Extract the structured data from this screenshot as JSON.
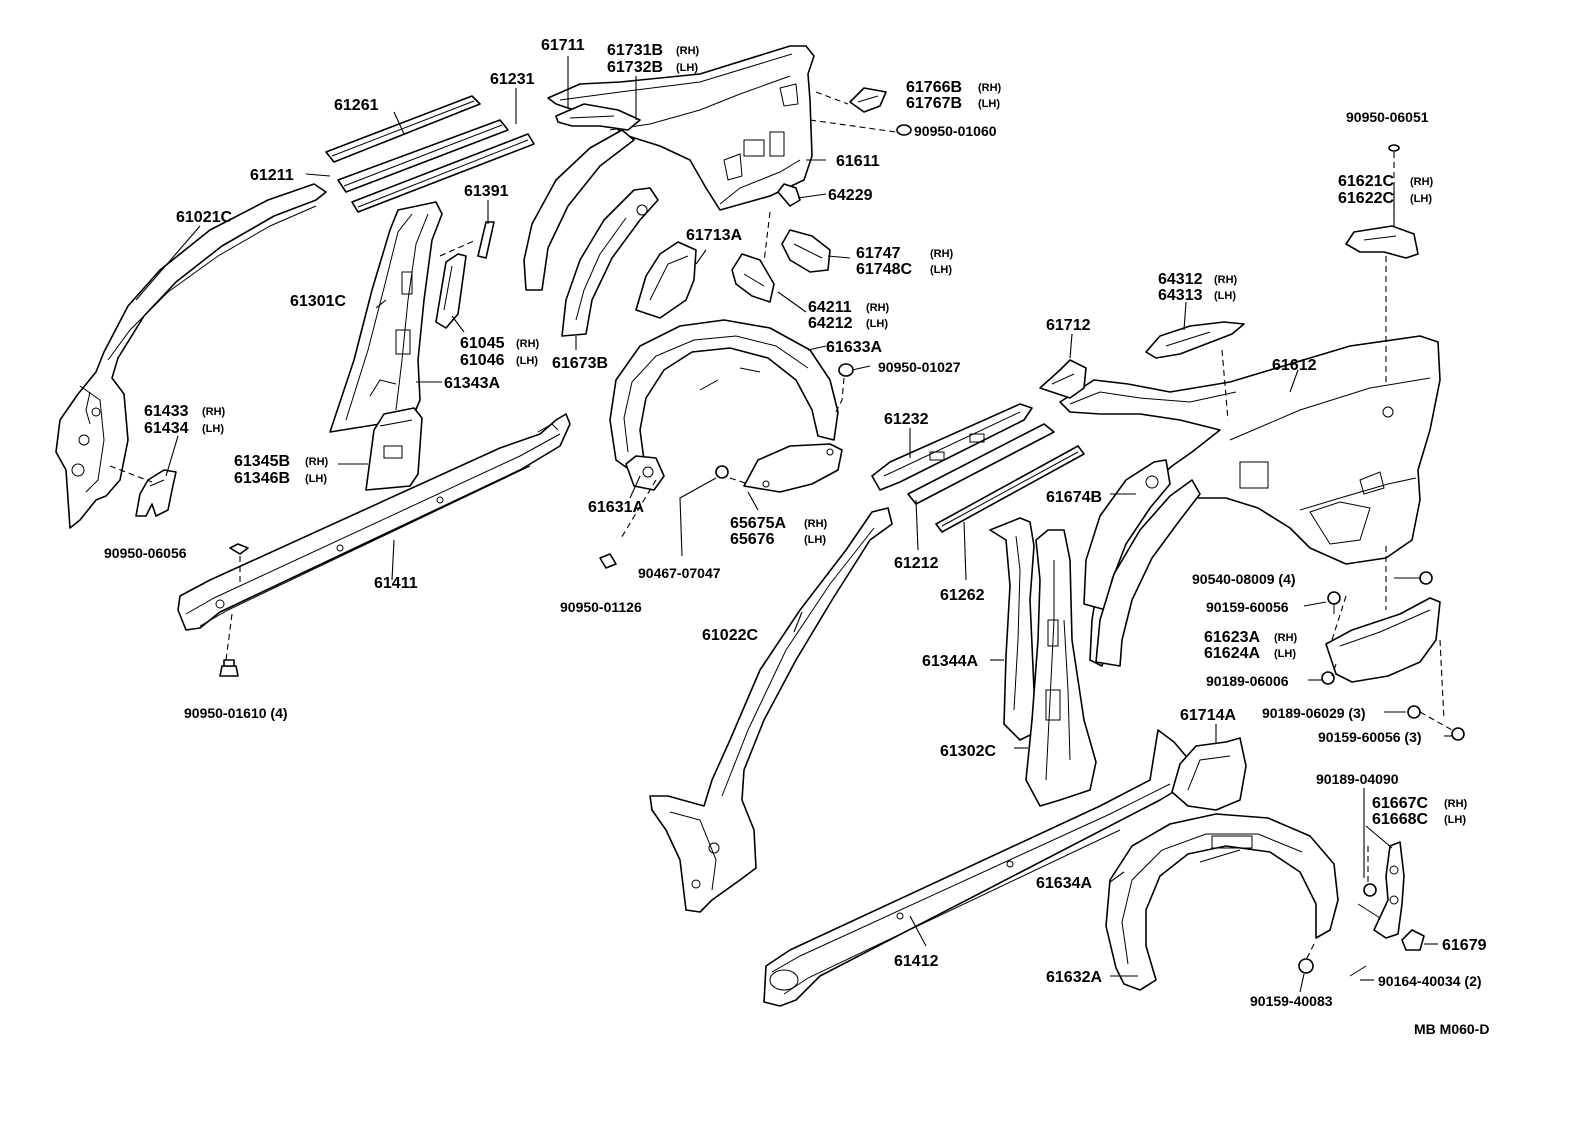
{
  "footer_code": "MB  M060-D",
  "labels": {
    "l61711": "61711",
    "l61731b": "61731B",
    "l61731b_s": "(RH)",
    "l61732b": "61732B",
    "l61732b_s": "(LH)",
    "l61231": "61231",
    "l61261": "61261",
    "l61211": "61211",
    "l61021c": "61021C",
    "l61391": "61391",
    "l61301c": "61301C",
    "l61045": "61045",
    "l61045_s": "(RH)",
    "l61046": "61046",
    "l61046_s": "(LH)",
    "l61343a": "61343A",
    "l61433": "61433",
    "l61433_s": "(RH)",
    "l61434": "61434",
    "l61434_s": "(LH)",
    "l61345b": "61345B",
    "l61345b_s": "(RH)",
    "l61346b": "61346B",
    "l61346b_s": "(LH)",
    "l90950_06056": "90950-06056",
    "l61411": "61411",
    "l90950_01610": "90950-01610 (4)",
    "l61766b": "61766B",
    "l61766b_s": "(RH)",
    "l61767b": "61767B",
    "l61767b_s": "(LH)",
    "l90950_01060": "90950-01060",
    "l61611": "61611",
    "l64229": "64229",
    "l61713a": "61713A",
    "l61747": "61747",
    "l61747_s": "(RH)",
    "l61748c": "61748C",
    "l61748c_s": "(LH)",
    "l64211": "64211",
    "l64211_s": "(RH)",
    "l64212": "64212",
    "l64212_s": "(LH)",
    "l61673b": "61673B",
    "l61633a": "61633A",
    "l90950_01027": "90950-01027",
    "l61631a": "61631A",
    "l65675a": "65675A",
    "l65675a_s": "(RH)",
    "l65676": "65676",
    "l65676_s": "(LH)",
    "l90467_07047": "90467-07047",
    "l90950_01126": "90950-01126",
    "l90950_06051": "90950-06051",
    "l61621c": "61621C",
    "l61621c_s": "(RH)",
    "l61622c": "61622C",
    "l61622c_s": "(LH)",
    "l64312": "64312",
    "l64312_s": "(RH)",
    "l64313": "64313",
    "l64313_s": "(LH)",
    "l61712": "61712",
    "l61612": "61612",
    "l61232": "61232",
    "l61674b": "61674B",
    "l61212": "61212",
    "l61262": "61262",
    "l61022c": "61022C",
    "l61344a": "61344A",
    "l61302c": "61302C",
    "l90540_08009": "90540-08009 (4)",
    "l90159_60056": "90159-60056",
    "l61623a": "61623A",
    "l61623a_s": "(RH)",
    "l61624a": "61624A",
    "l61624a_s": "(LH)",
    "l90189_06006": "90189-06006",
    "l90189_06029": "90189-06029 (3)",
    "l90159_60056b": "90159-60056 (3)",
    "l61714a": "61714A",
    "l90189_04090": "90189-04090",
    "l61667c": "61667C",
    "l61667c_s": "(RH)",
    "l61668c": "61668C",
    "l61668c_s": "(LH)",
    "l61634a": "61634A",
    "l61679": "61679",
    "l61412": "61412",
    "l61632a": "61632A",
    "l90164_40034": "90164-40034 (2)",
    "l90159_40083": "90159-40083"
  }
}
